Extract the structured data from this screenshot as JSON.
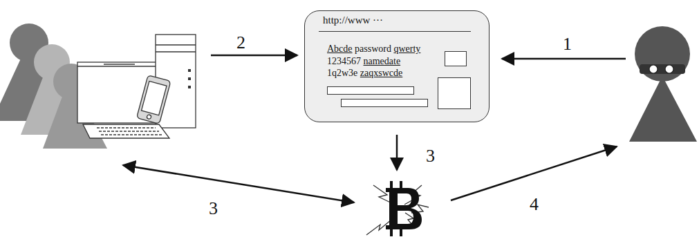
{
  "diagram": {
    "nodes": [
      {
        "text": [
          "http://www ···",
          "Abcde password qwerty 1234567 namedate 1q2w3e zaqxswcde"
        ]
      }
    ],
    "labels": [
      "1",
      "2",
      "3",
      "3",
      "4"
    ]
  }
}
